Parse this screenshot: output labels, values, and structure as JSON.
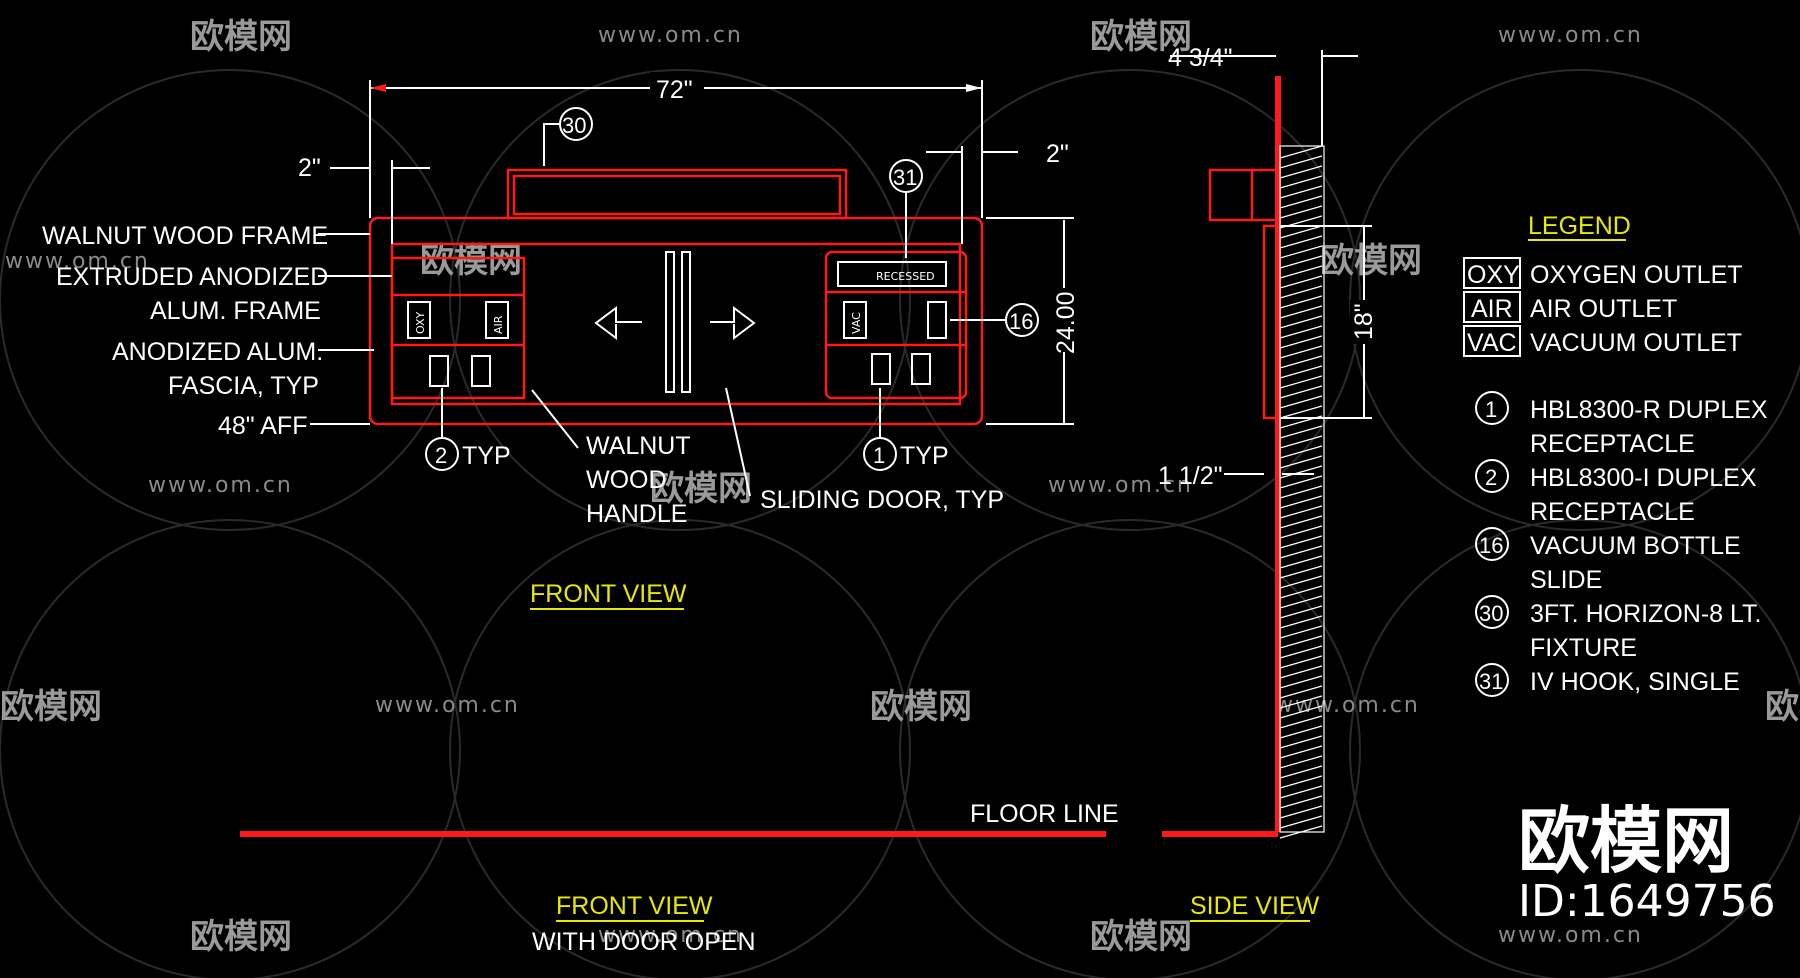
{
  "front_view": {
    "dim_width": "72\"",
    "dim_left_gap": "2\"",
    "dim_right_gap": "2\"",
    "dim_height": "24.00",
    "callouts": {
      "light": "30",
      "iv_hook": "31",
      "vacuum_slide": "16",
      "duplex_1": "1",
      "duplex_2": "2"
    },
    "labels": {
      "walnut_frame": "WALNUT WOOD FRAME",
      "extruded_1": "EXTRUDED ANODIZED",
      "extruded_2": "ALUM. FRAME",
      "fascia_1": "ANODIZED ALUM.",
      "fascia_2": "FASCIA, TYP",
      "aff": "48\" AFF",
      "typ_a": "TYP",
      "typ_b": "TYP",
      "handle_1": "WALNUT",
      "handle_2": "WOOD",
      "handle_3": "HANDLE",
      "sliding_door": "SLIDING DOOR, TYP",
      "recessed": "RECESSED",
      "oxy_tag": "OXY",
      "air_tag": "AIR",
      "vac_tag": "VAC"
    },
    "title": "FRONT VIEW"
  },
  "floor_line": "FLOOR LINE",
  "front_open": {
    "title": "FRONT VIEW",
    "subtitle": "WITH DOOR OPEN"
  },
  "side_view": {
    "title": "SIDE VIEW",
    "dim_top": "4 3/4\"",
    "dim_height": "18\"",
    "dim_bottom": "1 1/2\""
  },
  "legend": {
    "title": "LEGEND",
    "abbreviations": [
      {
        "code": "OXY",
        "text": "OXYGEN OUTLET"
      },
      {
        "code": "AIR",
        "text": "AIR OUTLET"
      },
      {
        "code": "VAC",
        "text": "VACUUM OUTLET"
      }
    ],
    "items": [
      {
        "num": "1",
        "line1": "HBL8300-R DUPLEX",
        "line2": "RECEPTACLE"
      },
      {
        "num": "2",
        "line1": "HBL8300-I DUPLEX",
        "line2": "RECEPTACLE"
      },
      {
        "num": "16",
        "line1": "VACUUM BOTTLE",
        "line2": "SLIDE"
      },
      {
        "num": "30",
        "line1": "3FT. HORIZON-8 LT.",
        "line2": "FIXTURE"
      },
      {
        "num": "31",
        "line1": "IV HOOK, SINGLE",
        "line2": ""
      }
    ]
  },
  "watermark": {
    "brand": "欧模网",
    "site": "www.om.cn",
    "id": "ID:1649756"
  }
}
